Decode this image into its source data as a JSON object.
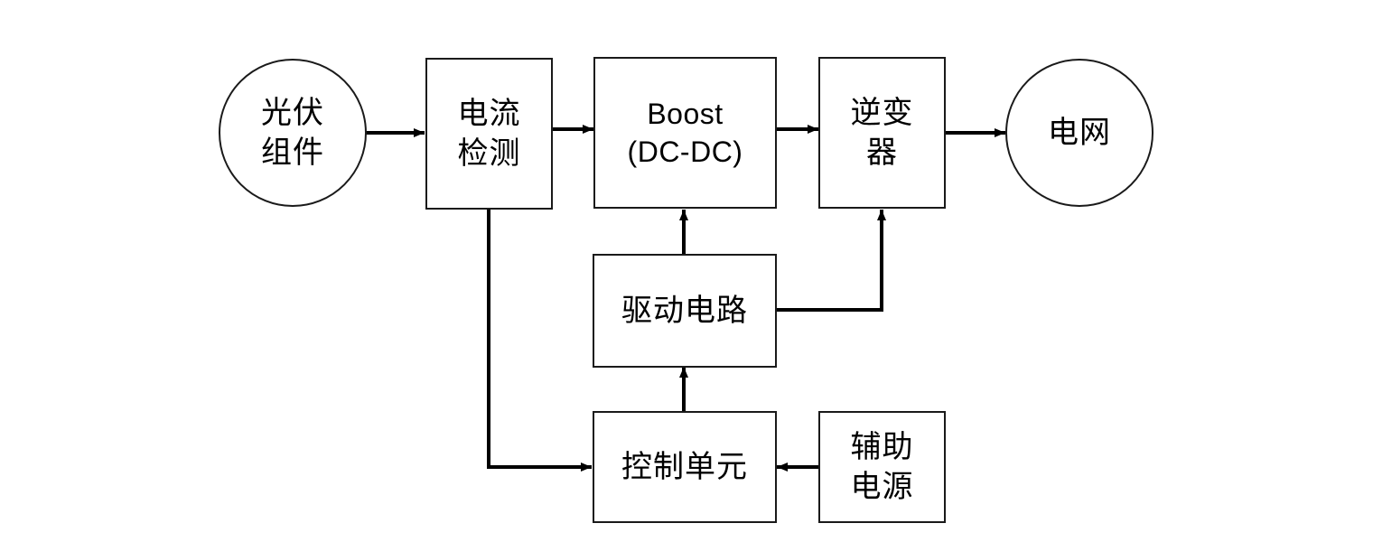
{
  "nodes": {
    "pv_module": {
      "line1": "光伏",
      "line2": "组件"
    },
    "current_sense": {
      "line1": "电流",
      "line2": "检测"
    },
    "boost": {
      "line1": "Boost",
      "line2": "(DC-DC)"
    },
    "inverter": {
      "line1": "逆变",
      "line2": "器"
    },
    "grid": {
      "label": "电网"
    },
    "driver": {
      "label": "驱动电路"
    },
    "control": {
      "label": "控制单元"
    },
    "aux_power": {
      "line1": "辅助",
      "line2": "电源"
    }
  },
  "connections": [
    {
      "from": "pv_module",
      "to": "current_sense"
    },
    {
      "from": "current_sense",
      "to": "boost"
    },
    {
      "from": "boost",
      "to": "inverter"
    },
    {
      "from": "inverter",
      "to": "grid"
    },
    {
      "from": "current_sense",
      "to": "control"
    },
    {
      "from": "control",
      "to": "driver"
    },
    {
      "from": "driver",
      "to": "boost"
    },
    {
      "from": "driver",
      "to": "inverter"
    },
    {
      "from": "aux_power",
      "to": "control"
    }
  ]
}
